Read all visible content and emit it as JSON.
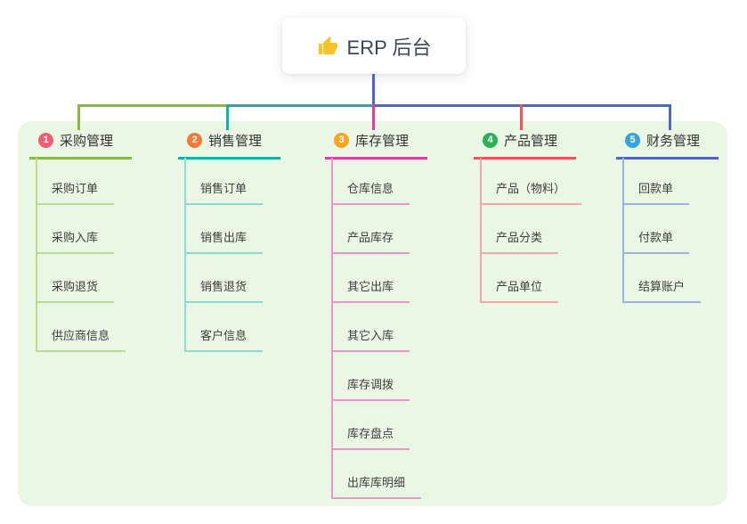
{
  "root": {
    "label": "ERP 后台",
    "icon": "thumbs-up-icon",
    "icon_color": "#f7c325"
  },
  "colors": {
    "background": "#ffffff",
    "panel": "#eaf7e4",
    "root_stem": "#4c63c8",
    "root_text": "#3d4654",
    "header_text": "#333333",
    "child_text": "#3e3e3e"
  },
  "branches": [
    {
      "index": "1",
      "label": "采购管理",
      "badge_color": "#ee5e75",
      "line_color": "#85bb40",
      "child_line_color": "#b9dc92",
      "children": [
        "采购订单",
        "采购入库",
        "采购退货",
        "供应商信息"
      ]
    },
    {
      "index": "2",
      "label": "销售管理",
      "badge_color": "#f4793b",
      "line_color": "#14b3a9",
      "child_line_color": "#8cd9d3",
      "children": [
        "销售订单",
        "销售出库",
        "销售退货",
        "客户信息"
      ]
    },
    {
      "index": "3",
      "label": "库存管理",
      "badge_color": "#f6a622",
      "line_color": "#d8439f",
      "child_line_color": "#eb96cb",
      "children": [
        "仓库信息",
        "产品库存",
        "其它出库",
        "其它入库",
        "库存调拨",
        "库存盘点",
        "出库库明细"
      ]
    },
    {
      "index": "4",
      "label": "产品管理",
      "badge_color": "#2eb155",
      "line_color": "#f2545c",
      "child_line_color": "#f8a3a7",
      "children": [
        "产品（物料）",
        "产品分类",
        "产品单位"
      ]
    },
    {
      "index": "5",
      "label": "财务管理",
      "badge_color": "#35a3dc",
      "line_color": "#4c66cc",
      "child_line_color": "#9fb0e4",
      "children": [
        "回款单",
        "付款单",
        "结算账户"
      ]
    }
  ]
}
